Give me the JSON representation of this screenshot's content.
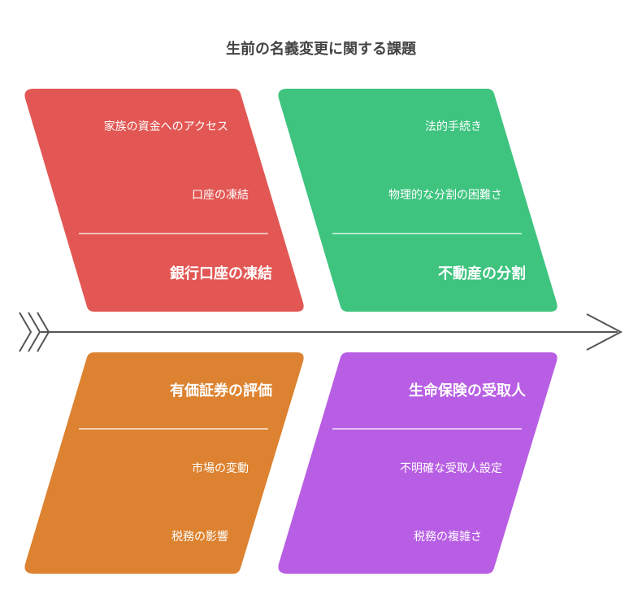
{
  "title": "生前の名義変更に関する課題",
  "colors": {
    "background": "#ffffff",
    "spine": "#555555",
    "title": "#444444"
  },
  "categories": [
    {
      "label": "銀行口座の凍結",
      "color": "#e25753",
      "position": "top-left",
      "causes": [
        "家族の資金へのアクセス",
        "口座の凍結"
      ]
    },
    {
      "label": "不動産の分割",
      "color": "#3ec47f",
      "position": "top-right",
      "causes": [
        "法的手続き",
        "物理的な分割の困難さ"
      ]
    },
    {
      "label": "有価証券の評価",
      "color": "#dd8230",
      "position": "bottom-left",
      "causes": [
        "市場の変動",
        "税務の影響"
      ]
    },
    {
      "label": "生命保険の受取人",
      "color": "#b85ee4",
      "position": "bottom-right",
      "causes": [
        "不明確な受取人設定",
        "税務の複雑さ"
      ]
    }
  ]
}
